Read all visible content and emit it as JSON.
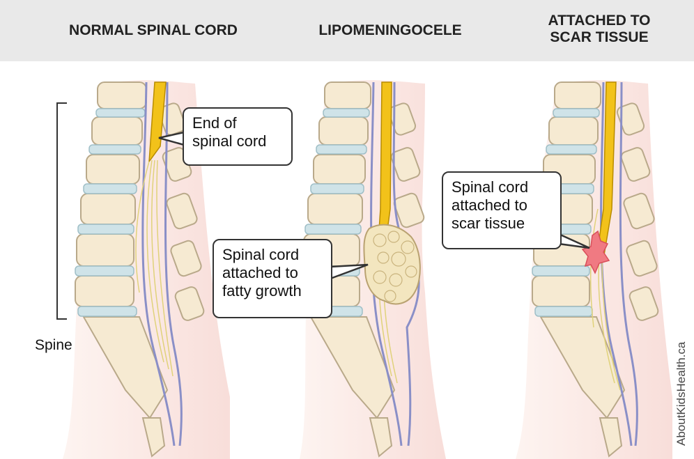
{
  "headers": {
    "normal": "NORMAL SPINAL CORD",
    "lipo": "LIPOMENINGOCELE",
    "scar_line1": "ATTACHED TO",
    "scar_line2": "SCAR TISSUE"
  },
  "callouts": {
    "end_cord": [
      "End of",
      "spinal cord"
    ],
    "fatty": [
      "Spinal cord",
      "attached to",
      "fatty growth"
    ],
    "scar": [
      "Spinal cord",
      "attached to",
      "scar tissue"
    ]
  },
  "labels": {
    "spine": "Spine"
  },
  "credit": "AboutKidsHealth.ca",
  "colors": {
    "header_bg": "#e9e9e9",
    "bone": "#f6ead2",
    "bone_outline": "#b9a98a",
    "disc": "#cfe3e8",
    "canal": "#8a8fc7",
    "cord": "#f2c21a",
    "nerve": "#e9dc8e",
    "soft_tissue": "#f6d9d5",
    "fat": "#f3e6bf",
    "scar": "#f07a82"
  }
}
